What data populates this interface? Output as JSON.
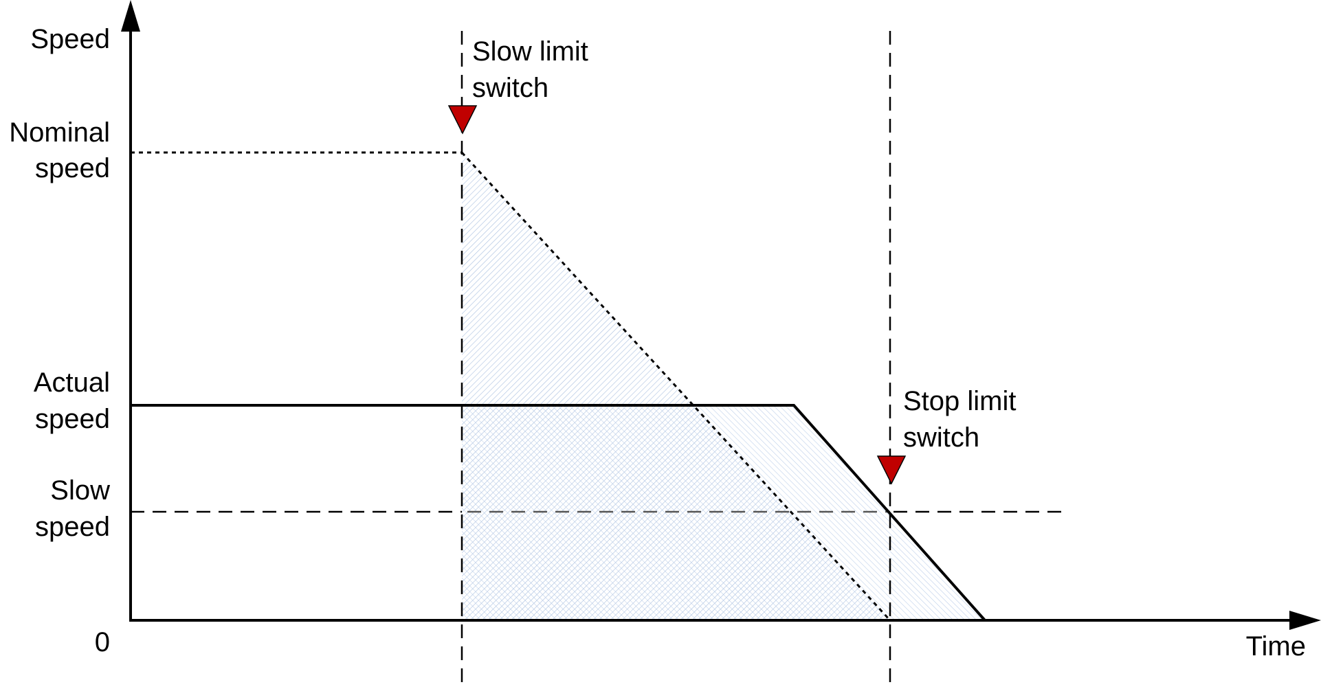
{
  "labels": {
    "y_axis": "Speed",
    "x_axis": "Time",
    "origin": "0",
    "nominal_speed": [
      "Nominal",
      "speed"
    ],
    "actual_speed": [
      "Actual",
      "speed"
    ],
    "slow_speed": [
      "Slow",
      "speed"
    ],
    "slow_limit_switch": [
      "Slow limit",
      "switch"
    ],
    "stop_limit_switch": [
      "Stop limit",
      "switch"
    ]
  },
  "colors": {
    "axis": "#000000",
    "marker": "#c00000",
    "hatch": "#9fb8dc",
    "slow_speed_line_inside": "#555555"
  }
}
